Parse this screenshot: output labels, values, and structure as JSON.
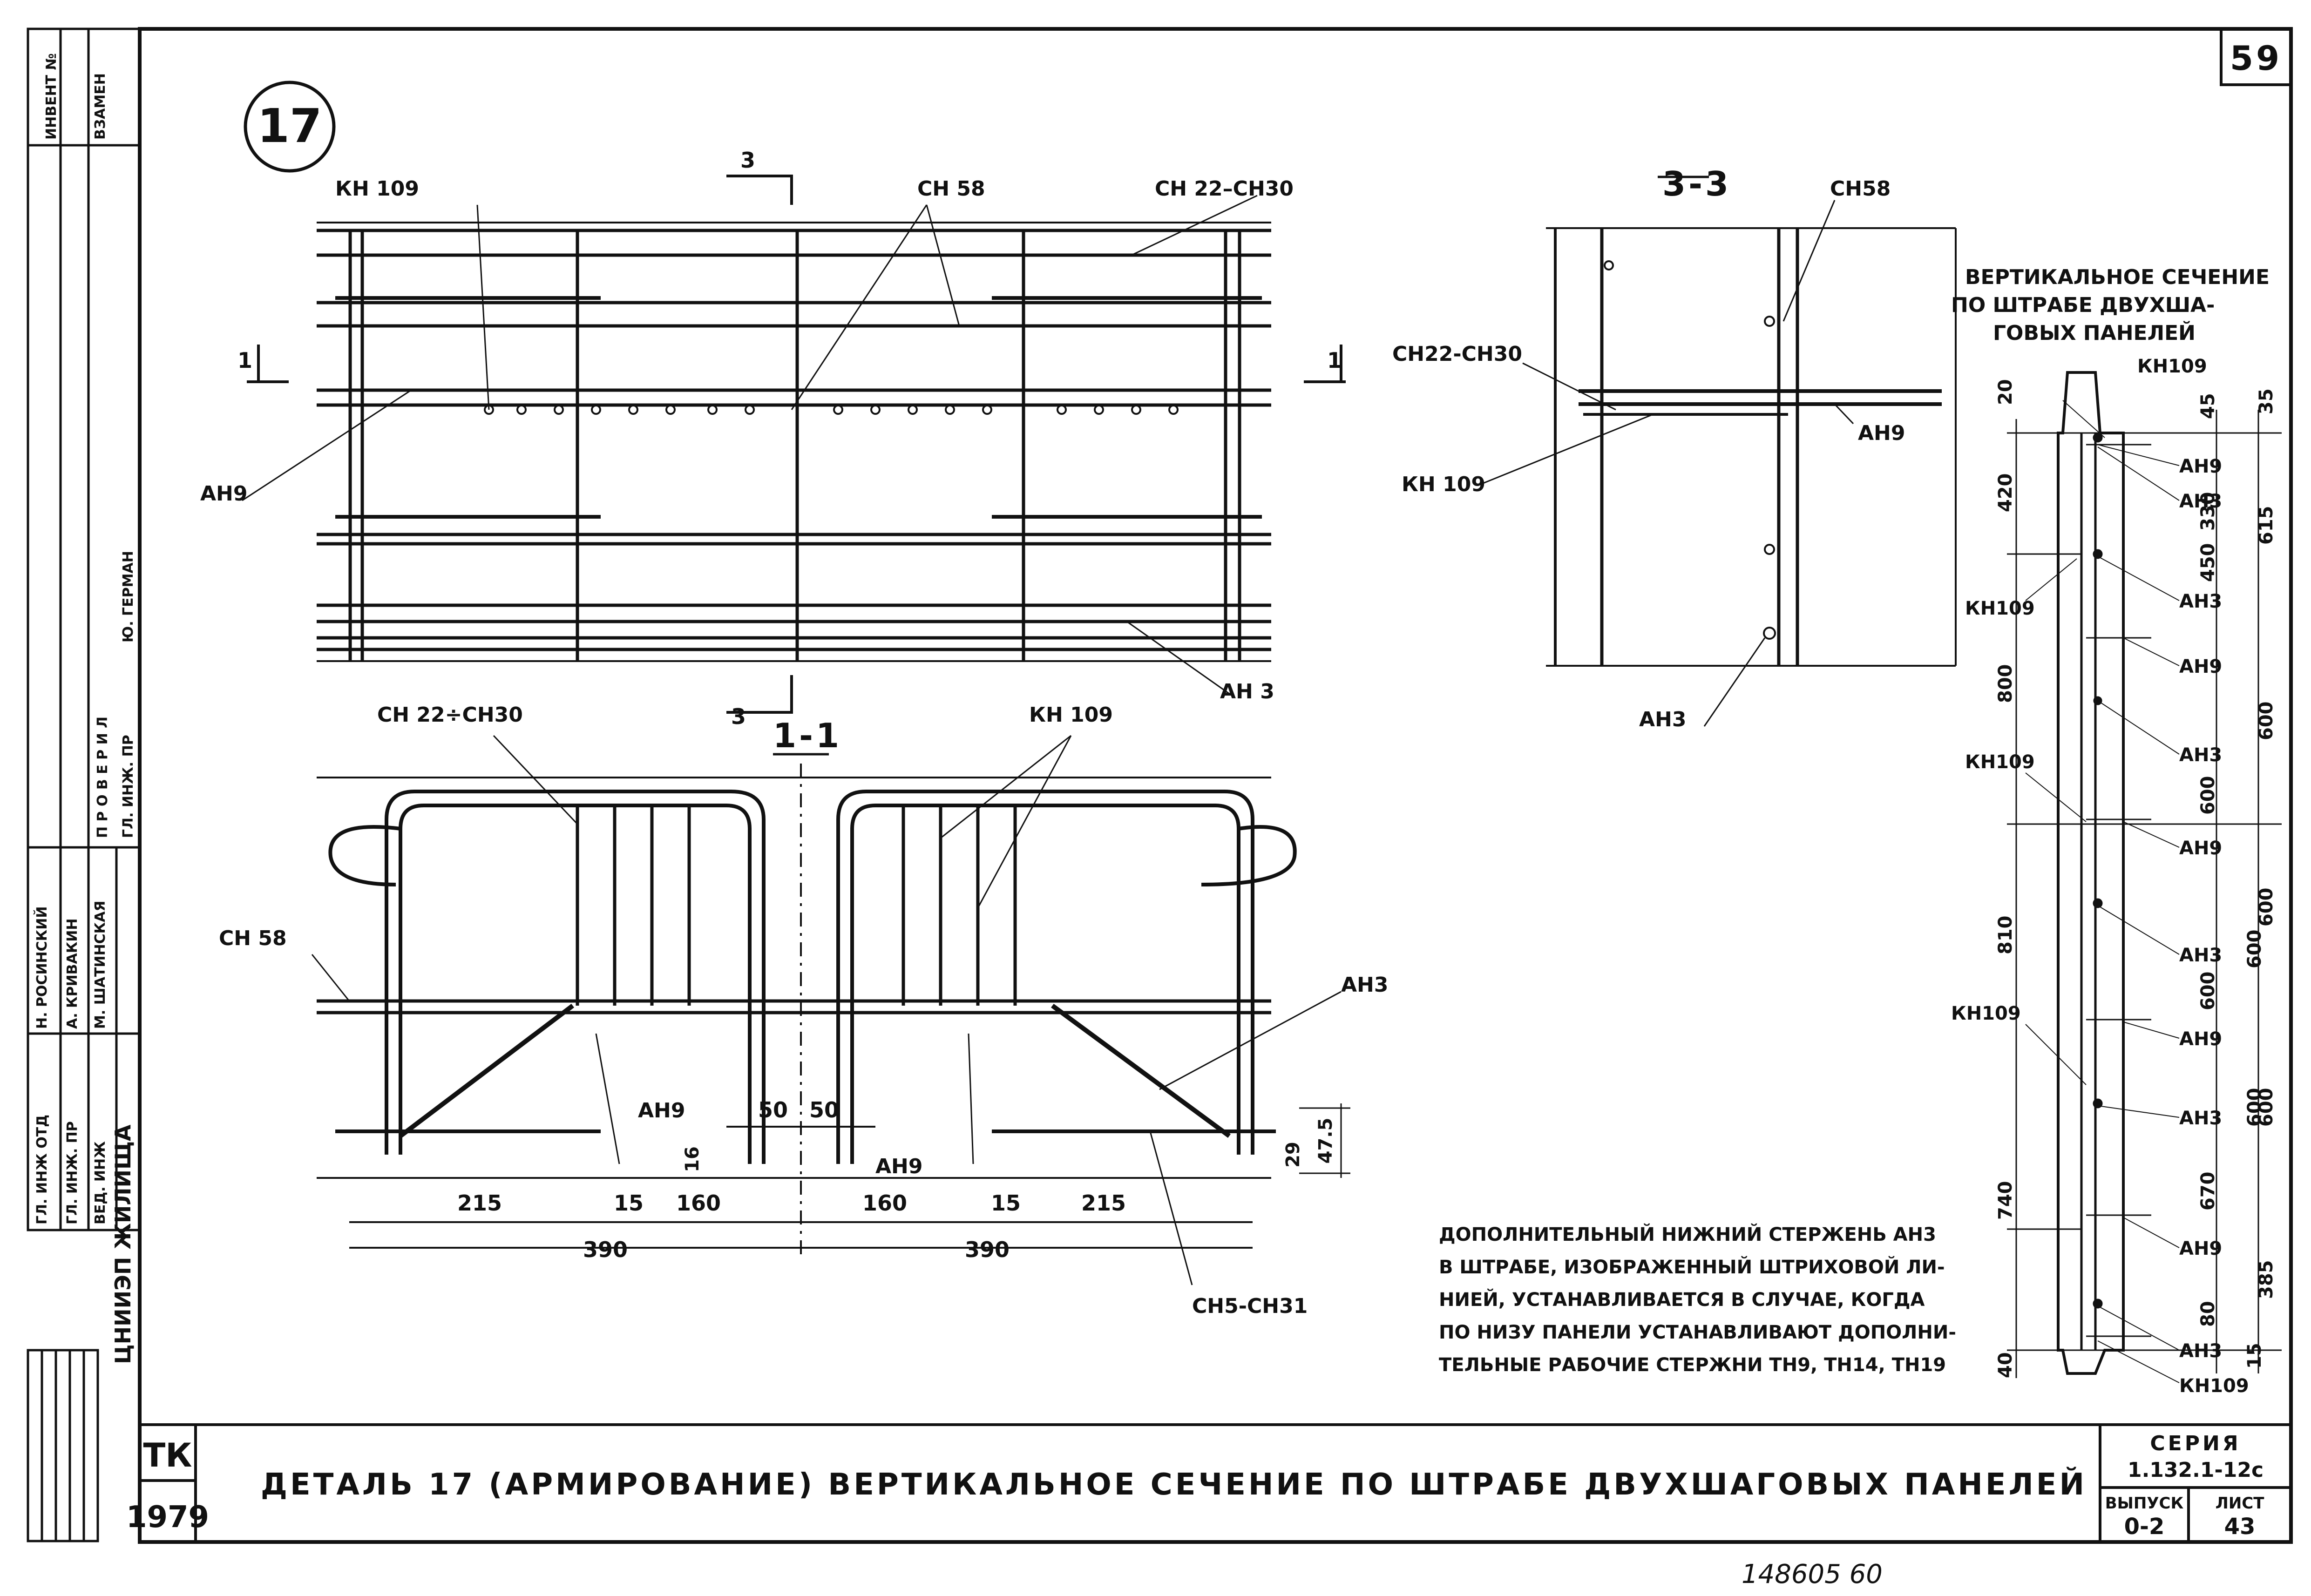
{
  "sheet": {
    "page_number": "59",
    "detail_number": "17",
    "bottom_note": "148605  60"
  },
  "plan": {
    "labels": {
      "kn109": "КН 109",
      "cn58": "СН 58",
      "cn22_30": "СН 22–СН30",
      "an9": "АН9",
      "an3": "АН 3",
      "sec3_top": "3",
      "sec3_bottom": "3",
      "sec1_left": "1",
      "sec1_right": "1"
    }
  },
  "section_1_1": {
    "title": "1-1",
    "labels": {
      "cn22_30": "СН 22÷СН30",
      "kn109": "КН 109",
      "cn58": "СН 58",
      "an3": "АН3",
      "an9_left": "АН9",
      "an9_right": "АН9",
      "cn5_31": "СН5-СН31"
    },
    "dims": [
      "215",
      "15",
      "160",
      "160",
      "15",
      "215",
      "390",
      "390",
      "50",
      "50",
      "16",
      "29",
      "47.5"
    ]
  },
  "section_3_3": {
    "title": "3-3",
    "labels": {
      "cn58": "СН58",
      "cn22_30": "СН22-СН30",
      "an9": "АН9",
      "kn109": "КН 109",
      "an3": "АН3"
    }
  },
  "vertical_section": {
    "title_lines": [
      "ВЕРТИКАЛЬНОЕ СЕЧЕНИЕ",
      "ПО ШТРАБЕ ДВУХША-",
      "ГОВЫХ ПАНЕЛЕЙ"
    ],
    "left_dims": [
      "20",
      "420",
      "800",
      "810",
      "740",
      "40"
    ],
    "mid_dims": [
      "45",
      "330",
      "450",
      "600",
      "600",
      "600",
      "600",
      "670",
      "80",
      "15"
    ],
    "right_dims": [
      "35",
      "615",
      "600",
      "600",
      "600",
      "385"
    ],
    "left_labels": [
      "КН109",
      "КН109",
      "КН109",
      "КН109"
    ],
    "right_labels": [
      "АН9",
      "АН3",
      "АН3",
      "АН9",
      "АН3",
      "АН9",
      "АН3",
      "АН9",
      "АН3",
      "АН9",
      "АН3",
      "КН109"
    ]
  },
  "note_lines": [
    "ДОПОЛНИТЕЛЬНЫЙ НИЖНИЙ СТЕРЖЕНЬ АН3",
    "В ШТРАБЕ, ИЗОБРАЖЕННЫЙ ШТРИХОВОЙ ЛИ-",
    "НИЕЙ, УСТАНАВЛИВАЕТСЯ В СЛУЧАЕ, КОГДА",
    "ПО НИЗУ ПАНЕЛИ УСТАНАВЛИВАЮТ ДОПОЛНИ-",
    "ТЕЛЬНЫЕ РАБОЧИЕ СТЕРЖНИ ТН9, ТН14, ТН19"
  ],
  "title_block": {
    "tk": "ТК",
    "year": "1979",
    "main_title": "ДЕТАЛЬ 17 (АРМИРОВАНИЕ) ВЕРТИКАЛЬНОЕ СЕЧЕНИЕ ПО ШТРАБЕ ДВУХШАГОВЫХ ПАНЕЛЕЙ",
    "series_label": "СЕРИЯ",
    "series_value": "1.132.1-12с",
    "issue_label": "ВЫПУСК",
    "issue_value": "0-2",
    "sheet_label": "ЛИСТ",
    "sheet_value": "43",
    "org": "ЦНИИЭП ЖИЛИЩА"
  },
  "side_stamp": {
    "inv": "ИНВЕНТ №",
    "vzam": "ВЗАМЕН",
    "checked": "П Р О В Е Р И Л",
    "people": [
      {
        "role": "ГЛ. ИНЖ ОТД",
        "name": "Н. РОСИНСКИЙ"
      },
      {
        "role": "ГЛ. ИНЖ. ПР",
        "name": "А. КРИВАКИН"
      },
      {
        "role": "ВЕД. ИНЖ",
        "name": "М. ШАТИНСКАЯ"
      }
    ],
    "checker": {
      "role": "ГЛ. ИНЖ. ПР",
      "name": "Ю. ГЕРМАН"
    }
  }
}
